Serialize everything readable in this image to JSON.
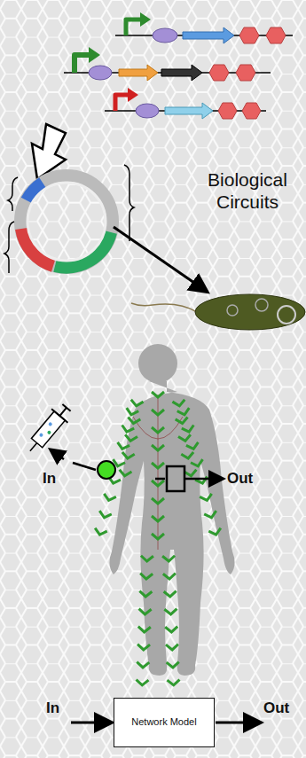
{
  "diagram": {
    "nodes": [
      {
        "text": [
          "Network Model"
        ]
      }
    ],
    "labels": [
      "Biological Circuits",
      "In",
      "Out",
      "In",
      "Out"
    ]
  }
}
